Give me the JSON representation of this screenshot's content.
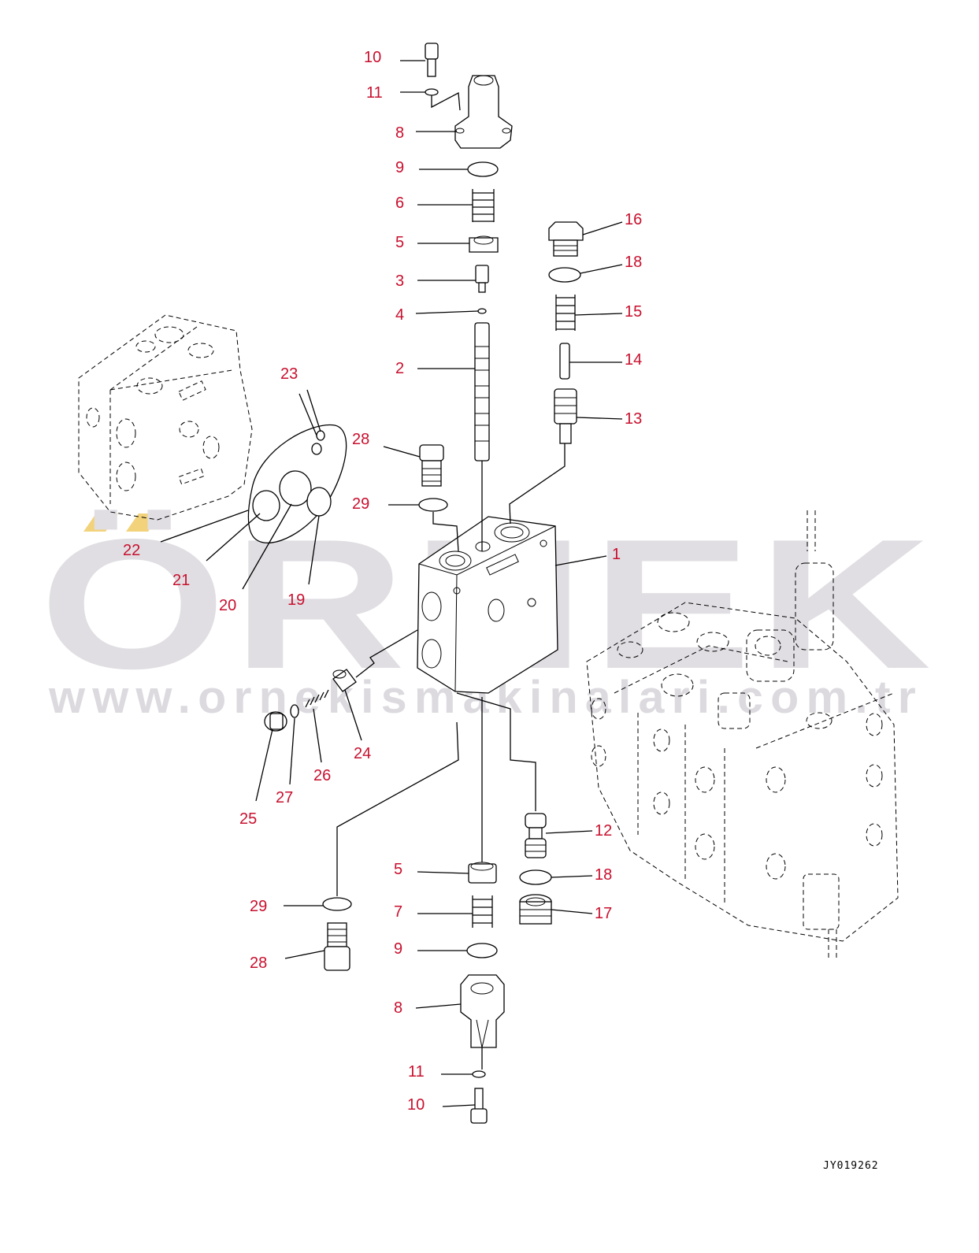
{
  "watermark": {
    "brand": "ÖRNEK",
    "url": "www.ornekismakinalari.com.tr",
    "accent_color": "#f2d27a",
    "text_color": "#dcdadf"
  },
  "drawing_code": "JY019262",
  "callout_color": "#c8102e",
  "callouts": [
    {
      "id": "c10a",
      "text": "10"
    },
    {
      "id": "c11a",
      "text": "11"
    },
    {
      "id": "c8a",
      "text": "8"
    },
    {
      "id": "c9a",
      "text": "9"
    },
    {
      "id": "c6",
      "text": "6"
    },
    {
      "id": "c5a",
      "text": "5"
    },
    {
      "id": "c3",
      "text": "3"
    },
    {
      "id": "c4",
      "text": "4"
    },
    {
      "id": "c2",
      "text": "2"
    },
    {
      "id": "c16",
      "text": "16"
    },
    {
      "id": "c18a",
      "text": "18"
    },
    {
      "id": "c15",
      "text": "15"
    },
    {
      "id": "c14",
      "text": "14"
    },
    {
      "id": "c13",
      "text": "13"
    },
    {
      "id": "c23",
      "text": "23"
    },
    {
      "id": "c28a",
      "text": "28"
    },
    {
      "id": "c29a",
      "text": "29"
    },
    {
      "id": "c1",
      "text": "1"
    },
    {
      "id": "c22",
      "text": "22"
    },
    {
      "id": "c21",
      "text": "21"
    },
    {
      "id": "c20",
      "text": "20"
    },
    {
      "id": "c19",
      "text": "19"
    },
    {
      "id": "c24",
      "text": "24"
    },
    {
      "id": "c26",
      "text": "26"
    },
    {
      "id": "c27",
      "text": "27"
    },
    {
      "id": "c25",
      "text": "25"
    },
    {
      "id": "c12",
      "text": "12"
    },
    {
      "id": "c5b",
      "text": "5"
    },
    {
      "id": "c18b",
      "text": "18"
    },
    {
      "id": "c29b",
      "text": "29"
    },
    {
      "id": "c7",
      "text": "7"
    },
    {
      "id": "c17",
      "text": "17"
    },
    {
      "id": "c9b",
      "text": "9"
    },
    {
      "id": "c28b",
      "text": "28"
    },
    {
      "id": "c8b",
      "text": "8"
    },
    {
      "id": "c11b",
      "text": "11"
    },
    {
      "id": "c10b",
      "text": "10"
    }
  ]
}
